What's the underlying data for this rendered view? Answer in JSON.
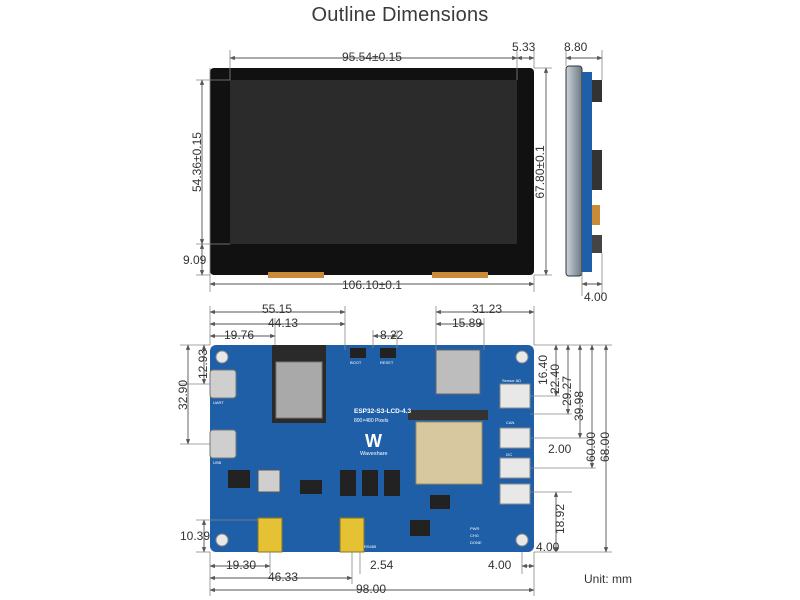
{
  "title": "Outline Dimensions",
  "unit_label": "Unit: mm",
  "front_view": {
    "width_outer": "106.10±0.1",
    "width_active": "95.54±0.15",
    "right_border": "5.33",
    "height_outer": "67.80±0.1",
    "height_active": "54.36±0.15",
    "bottom_border": "9.09"
  },
  "side_view": {
    "thickness_total": "8.80",
    "thickness_board": "4.00"
  },
  "back_view": {
    "top_dims": [
      "55.15",
      "44.13",
      "19.76",
      "8.22",
      "31.23",
      "15.89"
    ],
    "left_dims": [
      "12.93",
      "32.90",
      "10.39"
    ],
    "right_dims": [
      "16.40",
      "22.40",
      "29.27",
      "39.98",
      "60.00",
      "68.00",
      "2.00",
      "18.92",
      "4.00"
    ],
    "bottom_dims": [
      "19.30",
      "46.33",
      "2.54",
      "4.00",
      "98.00"
    ]
  },
  "board": {
    "model": "ESP32-S3-LCD-4.3",
    "resolution": "800×480 Pixels",
    "brand": "Waveshare",
    "labels": {
      "boot": "BOOT",
      "reset": "RESET",
      "uart": "UART",
      "usb": "USB",
      "pwr": "PWR",
      "chg": "CHG",
      "done": "DONE",
      "rs485": "RS485",
      "can": "CAN",
      "i2c": "I2C",
      "sensor": "Sensor AD"
    }
  },
  "colors": {
    "pcb": "#1f5fa8",
    "screen_frame": "#111111",
    "screen_active": "#2b2b2b",
    "dimension_line": "#555555"
  }
}
